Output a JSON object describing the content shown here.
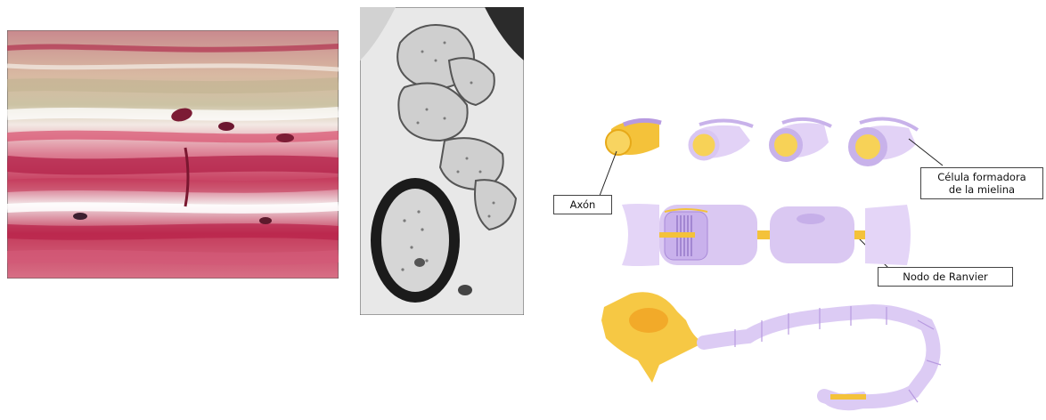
{
  "images": {
    "light_micrograph": "Stained longitudinal section of myelinated nerve fibers",
    "electron_micrograph": "Electron micrograph cross-section of nerve fibers"
  },
  "labels": {
    "axon": "Axón",
    "myelin_line1": "Célula formadora",
    "myelin_line2": "de la mielina",
    "ranvier": "Nodo de Ranvier"
  },
  "colors": {
    "axon": "#f4c23a",
    "myelin": "#d9c6f2",
    "myelin_dark": "#b79ae0",
    "stain_red": "#b8254a",
    "stain_pink": "#e7a7b6",
    "em_dark": "#1b1b1b"
  }
}
